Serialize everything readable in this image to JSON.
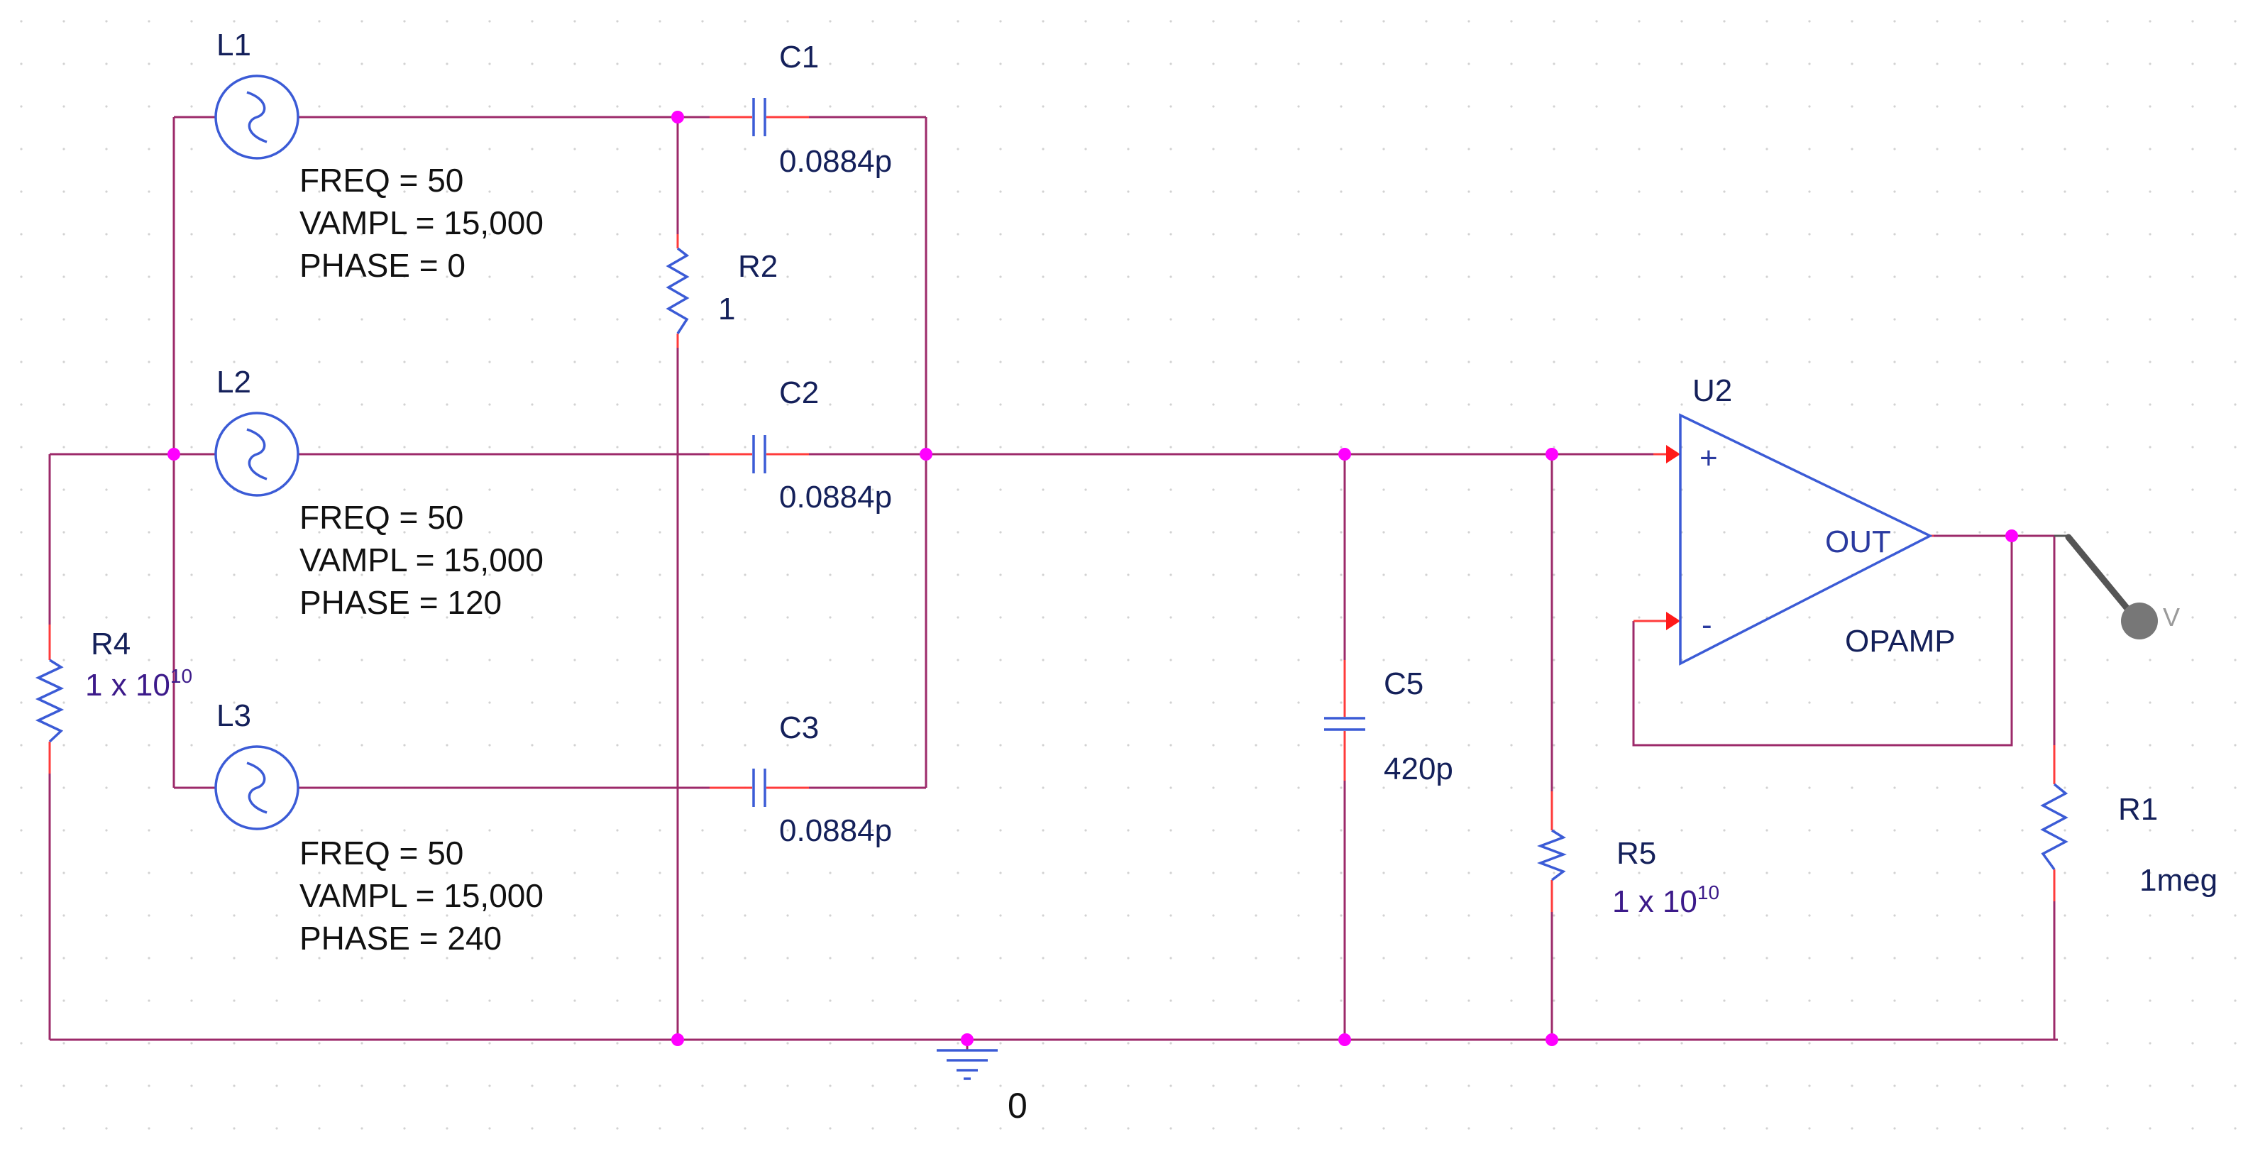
{
  "components": {
    "L1": {
      "ref": "L1",
      "freq": "FREQ = 50",
      "vampl": "VAMPL = 15,000",
      "phase": "PHASE = 0"
    },
    "L2": {
      "ref": "L2",
      "freq": "FREQ = 50",
      "vampl": "VAMPL = 15,000",
      "phase": "PHASE = 120"
    },
    "L3": {
      "ref": "L3",
      "freq": "FREQ = 50",
      "vampl": "VAMPL = 15,000",
      "phase": "PHASE = 240"
    },
    "C1": {
      "ref": "C1",
      "value": "0.0884p"
    },
    "C2": {
      "ref": "C2",
      "value": "0.0884p"
    },
    "C3": {
      "ref": "C3",
      "value": "0.0884p"
    },
    "C5": {
      "ref": "C5",
      "value": "420p"
    },
    "R1": {
      "ref": "R1",
      "value": "1meg"
    },
    "R2": {
      "ref": "R2",
      "value": "1"
    },
    "R4": {
      "ref": "R4",
      "value_base": "1 x 10",
      "value_exp": "10"
    },
    "R5": {
      "ref": "R5",
      "value_base": "1 x 10",
      "value_exp": "10"
    },
    "U2": {
      "ref": "U2",
      "model": "OPAMP",
      "out_label": "OUT",
      "plus_label": "+",
      "minus_label": "-"
    }
  },
  "ground_label": "0",
  "probe_label": "V",
  "colors": {
    "wire": "#9c2a6a",
    "lead": "#ff3b3b",
    "component": "#3b5bd6",
    "node": "#ff00ff",
    "label": "#14205a"
  }
}
